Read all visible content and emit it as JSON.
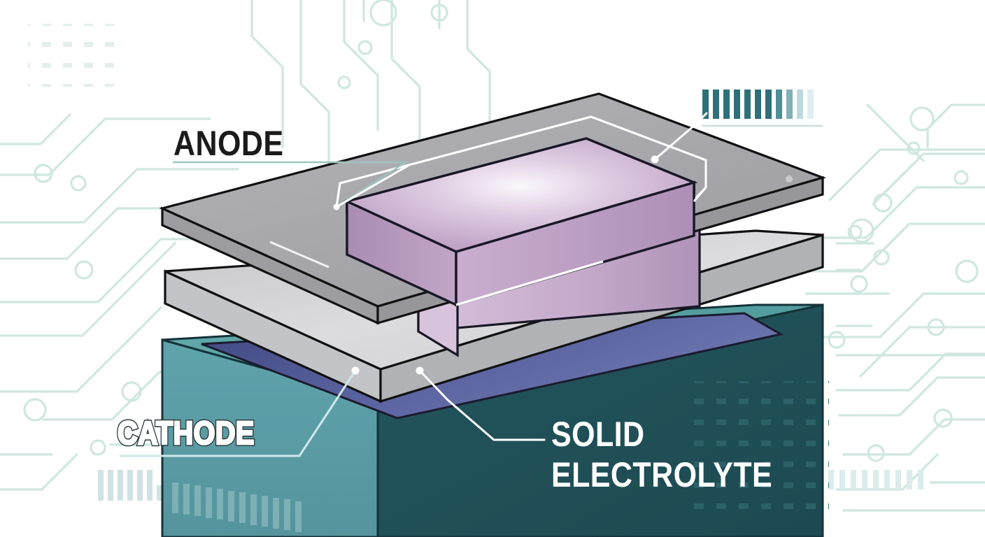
{
  "diagram": {
    "title": "Solid-State Battery Exploded Layer Diagram",
    "type": "isometric-exploded-stack",
    "background_color": "#ffffff",
    "circuit_trace_color": "#cfe7e0"
  },
  "labels": {
    "anode": {
      "text": "ANODE",
      "style": "solid-dark",
      "color": "#1b1b1b",
      "underline_color": "#9fc4c0"
    },
    "cathode": {
      "text": "CATHODE",
      "style": "outlined",
      "color": "#ffffff",
      "stroke_color": "#2b3a3d",
      "underline_color": "#bfe0e4"
    },
    "solid_electrolyte": {
      "line1": "SOLID",
      "line2": "ELECTROLYTE",
      "style": "solid-white",
      "color": "#ffffff"
    }
  },
  "layers": [
    {
      "name": "anode-slab",
      "role": "anode active material",
      "top_color": "#c9aecd",
      "side_color": "#b796bd",
      "highlight_color": "#f4eef6",
      "outline_color": "#191726"
    },
    {
      "name": "anode-current-collector",
      "role": "anode plate",
      "top_color": "#a9a9ad",
      "side_color": "#9a9a9e",
      "outline_color": "#111111"
    },
    {
      "name": "solid-electrolyte-plate",
      "role": "separator / electrolyte",
      "top_color": "#dcdcde",
      "side_color": "#b0b2b5",
      "outline_color": "#111111"
    },
    {
      "name": "cathode-inset-layer",
      "role": "cathode active material",
      "top_color": "#4d5594",
      "outline_color": "#1b1b2e"
    },
    {
      "name": "cathode-block",
      "role": "cathode housing",
      "top_color": "#5fa8a8",
      "left_color": "#5c9ba5",
      "front_color": "#1f4d55",
      "right_color": "#1a4349",
      "outline_color": "#14323a"
    }
  ],
  "decorations": {
    "barcode_top_right": {
      "bars": 11,
      "color": "#2f7078"
    },
    "barcode_bottom_left": {
      "bars": 12,
      "color": "#cfe2e4"
    },
    "barcode_bottom_right": {
      "bars": 9,
      "color": "#d9ecec"
    },
    "dot_grid_top_left": {
      "rows": 5,
      "cols": 4,
      "color": "#e2efec"
    },
    "dot_grid_cathode_face": {
      "rows": 6,
      "cols": 6,
      "color": "#2d6068"
    }
  },
  "leader_lines": [
    {
      "name": "anode-leader",
      "from": "ANODE label",
      "to": "anode slab lower-left corner",
      "color": "#ffffff"
    },
    {
      "name": "anode-plate-leader",
      "from": "top-right barcode",
      "to": "anode slab top face",
      "color": "#ffffff"
    },
    {
      "name": "cathode-leader",
      "from": "CATHODE label",
      "to": "electrolyte plate left edge",
      "color": "#cfe8ea"
    },
    {
      "name": "electrolyte-leader",
      "from": "SOLID ELECTROLYTE label",
      "to": "electrolyte plate front edge",
      "color": "#ffffff"
    }
  ]
}
